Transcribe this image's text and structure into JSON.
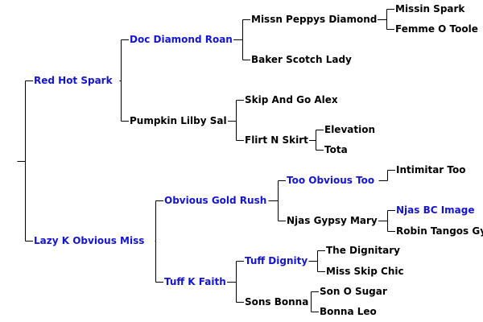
{
  "colors": {
    "link": "#1414d4",
    "plain": "#000000",
    "line": "#000000",
    "background": "#ffffff"
  },
  "tree": {
    "sire": {
      "name": "Red Hot Spark",
      "link": true,
      "sire": {
        "name": "Doc Diamond Roan",
        "link": true,
        "sire": {
          "name": "Missn Peppys Diamond",
          "link": false,
          "sire": {
            "name": "Missin Spark",
            "link": false
          },
          "dam": {
            "name": "Femme O Toole",
            "link": false
          }
        },
        "dam": {
          "name": "Baker Scotch Lady",
          "link": false
        }
      },
      "dam": {
        "name": "Pumpkin Lilby Sal",
        "link": false,
        "sire": {
          "name": "Skip And Go Alex",
          "link": false
        },
        "dam": {
          "name": "Flirt N Skirt",
          "link": false,
          "sire": {
            "name": "Elevation",
            "link": false
          },
          "dam": {
            "name": "Tota",
            "link": false
          }
        }
      }
    },
    "dam": {
      "name": "Lazy K Obvious Miss",
      "link": true,
      "sire": {
        "name": "Obvious Gold Rush",
        "link": true,
        "sire": {
          "name": "Too Obvious Too",
          "link": true,
          "sire": {
            "name": "Intimitar Too",
            "link": false
          }
        },
        "dam": {
          "name": "Njas Gypsy Mary",
          "link": false,
          "sire": {
            "name": "Njas BC Image",
            "link": true
          },
          "dam": {
            "name": "Robin Tangos Gypsy",
            "link": false
          }
        }
      },
      "dam": {
        "name": "Tuff K Faith",
        "link": true,
        "sire": {
          "name": "Tuff Dignity",
          "link": true,
          "sire": {
            "name": "The Dignitary",
            "link": false
          },
          "dam": {
            "name": "Miss Skip Chic",
            "link": false
          }
        },
        "dam": {
          "name": "Sons Bonna",
          "link": false,
          "sire": {
            "name": "Son O Sugar",
            "link": false
          },
          "dam": {
            "name": "Bonna Leo",
            "link": false
          }
        }
      }
    }
  }
}
